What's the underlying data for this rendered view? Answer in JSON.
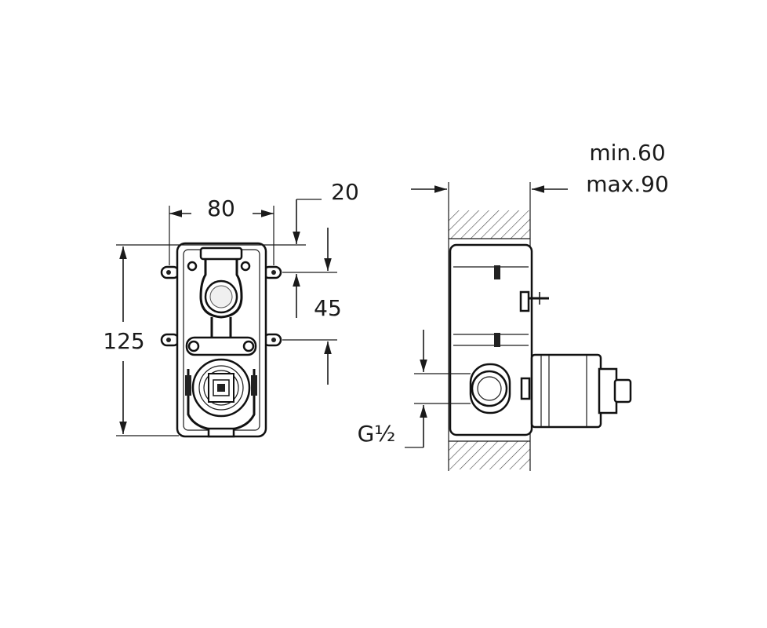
{
  "front_view": {
    "width_label": "80",
    "height_label": "125",
    "offset_label": "20",
    "bracket_spacing_label": "45"
  },
  "side_view": {
    "min_label": "min.60",
    "max_label": "max.90",
    "thread_label": "G½"
  }
}
